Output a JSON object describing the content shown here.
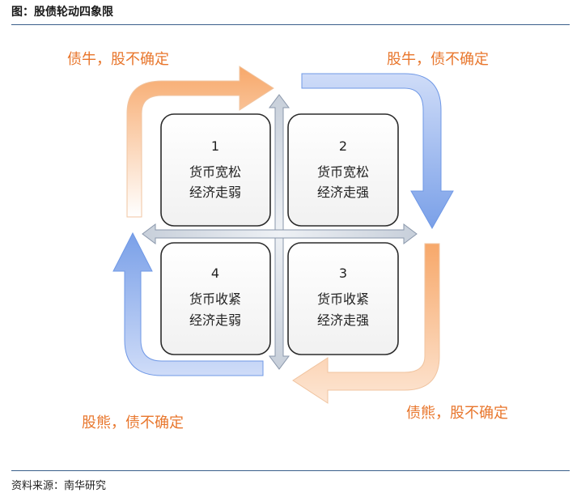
{
  "title": "图：股债轮动四象限",
  "source": "资料来源：南华研究",
  "corners": {
    "top_left": "债牛，股不确定",
    "top_right": "股牛，债不确定",
    "bottom_left": "股熊，债不确定",
    "bottom_right": "债熊，股不确定"
  },
  "quadrants": [
    {
      "number": "1",
      "line1": "货币宽松",
      "line2": "经济走弱"
    },
    {
      "number": "2",
      "line1": "货币宽松",
      "line2": "经济走强"
    },
    {
      "number": "3",
      "line1": "货币收紧",
      "line2": "经济走强"
    },
    {
      "number": "4",
      "line1": "货币收紧",
      "line2": "经济走弱"
    }
  ],
  "colors": {
    "orange_label": "#e8762c",
    "orange_arrow": "#f5b27e",
    "blue_arrow": "#8fb0ea",
    "axis": "#9aa6b8",
    "rule": "#3a5f8a"
  }
}
